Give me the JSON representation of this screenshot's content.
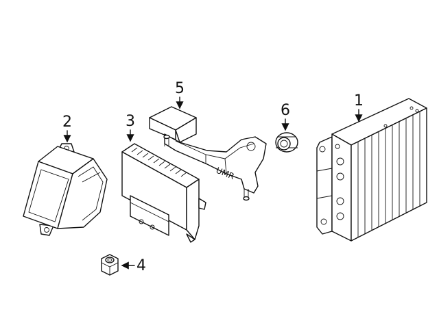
{
  "diagram": {
    "callouts": [
      {
        "id": "callout-1",
        "label": "1"
      },
      {
        "id": "callout-2",
        "label": "2"
      },
      {
        "id": "callout-3",
        "label": "3"
      },
      {
        "id": "callout-4",
        "label": "4"
      },
      {
        "id": "callout-5",
        "label": "5"
      },
      {
        "id": "callout-6",
        "label": "6"
      }
    ],
    "bracket_stamp": "UMR"
  }
}
